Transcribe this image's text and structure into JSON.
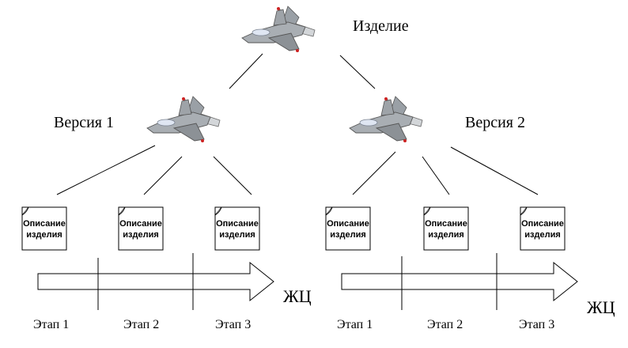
{
  "product_label": "Изделие",
  "versions": [
    {
      "label": "Версия 1",
      "documents": [
        "Описание изделия",
        "Описание изделия",
        "Описание изделия"
      ],
      "stages": [
        "Этап 1",
        "Этап 2",
        "Этап 3"
      ],
      "lifecycle_label": "ЖЦ"
    },
    {
      "label": "Версия 2",
      "documents": [
        "Описание изделия",
        "Описание изделия",
        "Описание изделия"
      ],
      "stages": [
        "Этап 1",
        "Этап 2",
        "Этап 3"
      ],
      "lifecycle_label": "ЖЦ"
    }
  ],
  "icons": [
    "plane-icon",
    "document-icon",
    "arrow-icon"
  ]
}
